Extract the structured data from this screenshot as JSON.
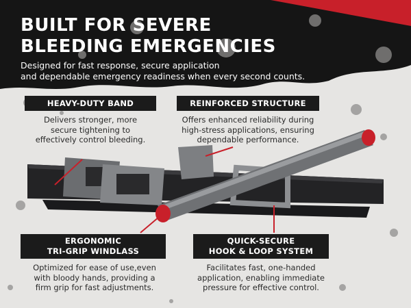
{
  "headline": {
    "line1": "BUILT FOR SEVERE",
    "line2": "BLEEDING EMERGENCIES"
  },
  "subheadline": {
    "line1": "Designed for fast response, secure application",
    "line2": "and dependable emergency readiness when every second counts."
  },
  "features": {
    "heavy_duty_band": {
      "title": "HEAVY-DUTY BAND",
      "description": [
        "Delivers stronger, more",
        "secure tightening to",
        "effectively control bleeding."
      ]
    },
    "reinforced_structure": {
      "title": "REINFORCED STRUCTURE",
      "description": [
        "Offers enhanced reliability during",
        "high-stress applications, ensuring",
        "dependable performance."
      ]
    },
    "ergonomic_windlass": {
      "title_line1": "ERGONOMIC",
      "title_line2": "TRI-GRIP WINDLASS",
      "description": [
        "Optimized for ease of use,even",
        "with bloody hands, providing a",
        "firm grip for fast adjustments."
      ]
    },
    "quick_secure": {
      "title_line1": "QUICK-SECURE",
      "title_line2": "HOOK & LOOP SYSTEM",
      "description": [
        "Facilitates fast, one-handed",
        "application, enabling immediate",
        "pressure for effective control."
      ]
    }
  },
  "colors": {
    "accent": "#c8202a",
    "dark": "#1b1b1b",
    "band": "#2a2a2c",
    "metal": "#8a8c8f"
  }
}
